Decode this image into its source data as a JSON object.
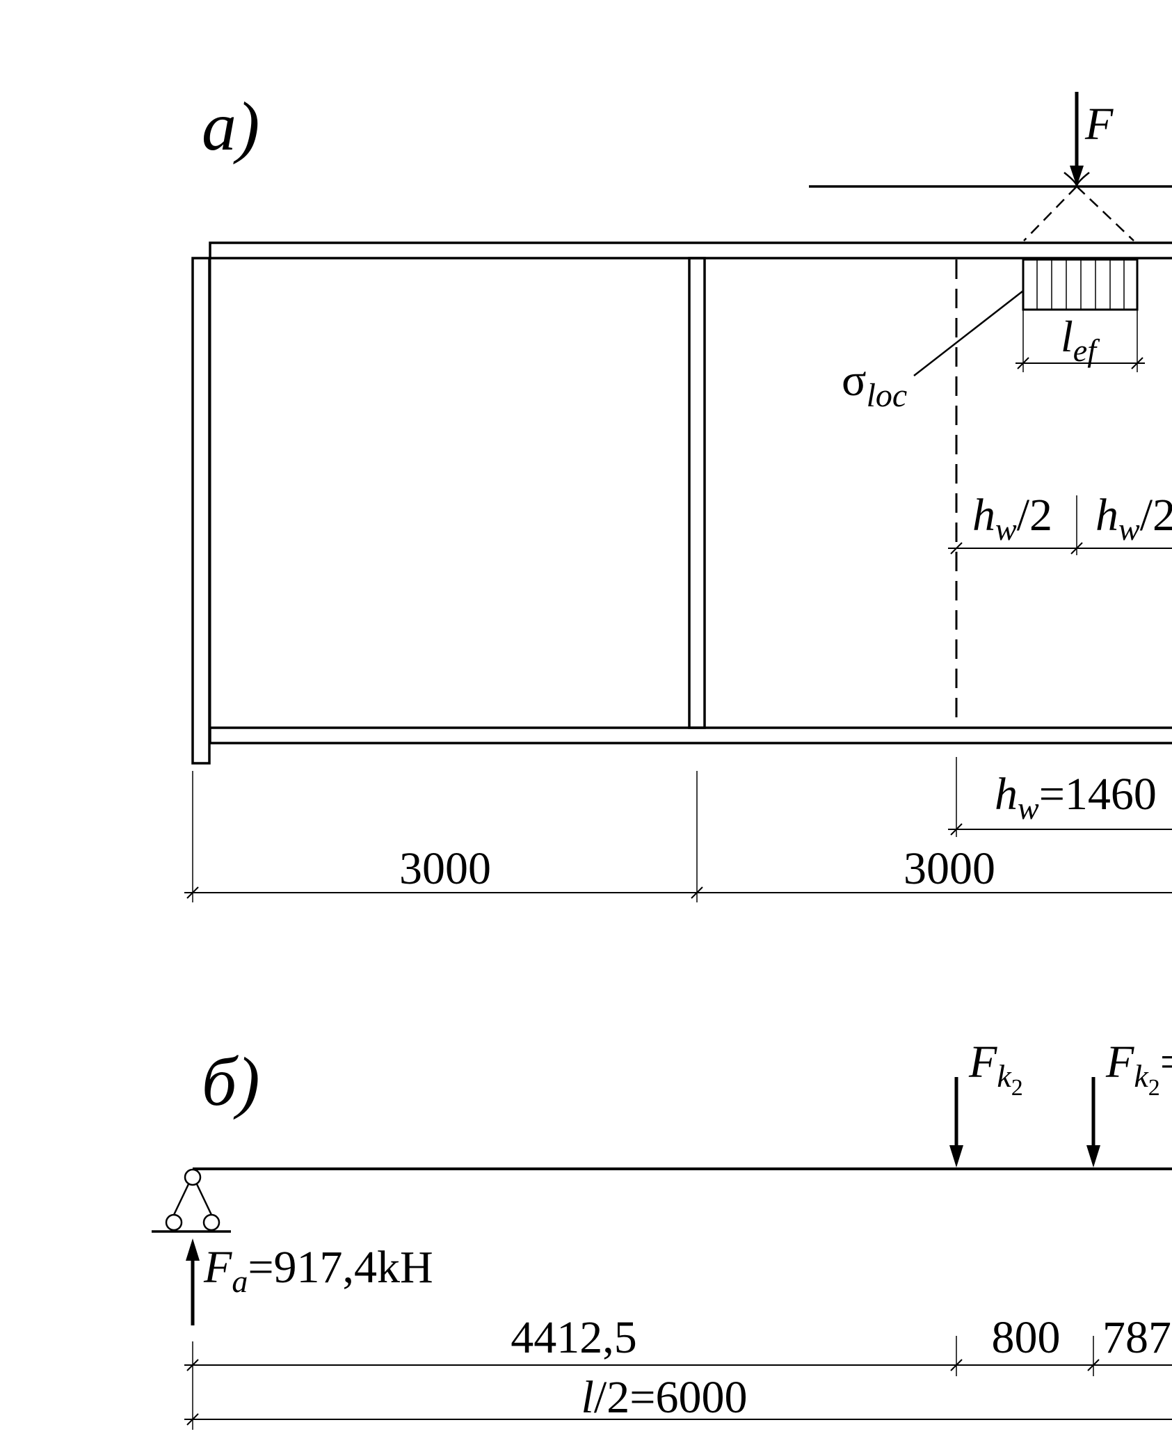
{
  "panel_a": {
    "label": "а)",
    "force_letter": "F",
    "sigma_symbol": "σ",
    "sigma_sub": "loc",
    "lef_main": "l",
    "lef_sub": "ef",
    "hw_letter": "h",
    "hw_sub": "w",
    "hw_half_suffix": "/2",
    "hw_half_suffix_cut": "/2",
    "hw_total_suffix": "=1460",
    "dim_left": "3000",
    "dim_mid": "3000"
  },
  "panel_b": {
    "label": "б)",
    "fk_letter": "F",
    "fk_k": "k",
    "fk_2": "2",
    "fk_eq": "=",
    "fa_letter": "F",
    "fa_sub": "a",
    "fa_value": "=917,4kH",
    "dim_4412": "4412,5",
    "dim_800": "800",
    "dim_787": "787",
    "half_span_l": "l",
    "half_span_rest": "/2=6000"
  }
}
